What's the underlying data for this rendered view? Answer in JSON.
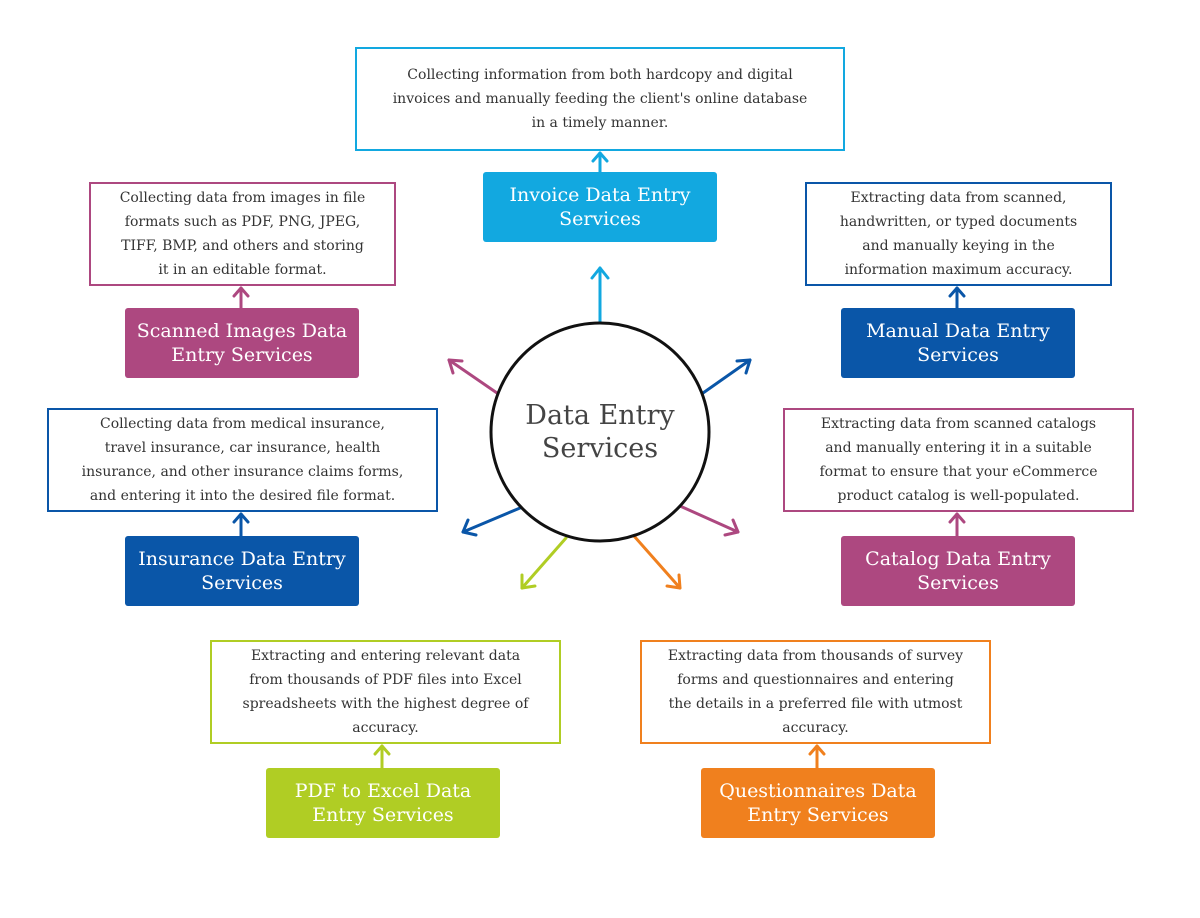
{
  "center": {
    "lines": [
      "Data Entry",
      "Services"
    ]
  },
  "nodes": [
    {
      "id": "invoice",
      "color": "#12a8e0",
      "title": [
        "Invoice Data Entry",
        "Services"
      ],
      "desc": [
        "Collecting information from both hardcopy and digital",
        "invoices and manually feeding the client's online database",
        "in a timely manner."
      ]
    },
    {
      "id": "scanned-images",
      "color": "#ad4880",
      "title": [
        "Scanned Images Data",
        "Entry Services"
      ],
      "desc": [
        "Collecting data from images in file",
        "formats such as PDF,  PNG, JPEG,",
        "TIFF, BMP, and others and storing",
        "it in an editable format."
      ]
    },
    {
      "id": "manual",
      "color": "#0a56a8",
      "title": [
        "Manual Data Entry",
        "Services"
      ],
      "desc": [
        "Extracting data from scanned,",
        "handwritten, or typed documents",
        "and manually keying in the",
        "information maximum accuracy."
      ]
    },
    {
      "id": "insurance",
      "color": "#0a56a8",
      "title": [
        "Insurance Data Entry",
        "Services"
      ],
      "desc": [
        "Collecting data from medical insurance,",
        "travel insurance, car insurance, health",
        "insurance, and other insurance claims forms,",
        "and entering it into the desired file format."
      ]
    },
    {
      "id": "catalog",
      "color": "#ad4880",
      "title": [
        "Catalog Data Entry",
        "Services"
      ],
      "desc": [
        "Extracting data from scanned catalogs",
        "and manually entering it in a suitable",
        "format to ensure that your eCommerce",
        "product catalog is well-populated."
      ]
    },
    {
      "id": "pdf-to-excel",
      "color": "#b0cd24",
      "title": [
        "PDF to Excel Data",
        "Entry Services"
      ],
      "desc": [
        "Extracting and entering relevant data",
        "from thousands of PDF files into Excel",
        "spreadsheets with the highest degree of",
        "accuracy."
      ]
    },
    {
      "id": "questionnaires",
      "color": "#f0801e",
      "title": [
        "Questionnaires Data",
        "Entry Services"
      ],
      "desc": [
        "Extracting data from thousands of survey",
        "forms and questionnaires and entering",
        "the details in a preferred file with utmost",
        "accuracy."
      ]
    }
  ]
}
